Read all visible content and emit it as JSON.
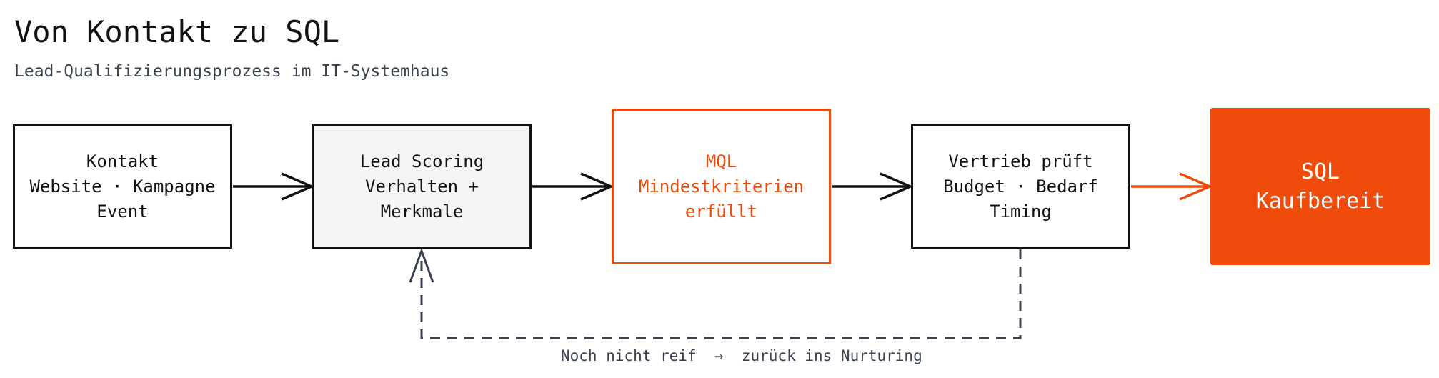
{
  "title": "Von Kontakt zu SQL",
  "subtitle": "Lead-Qualifizierungsprozess im IT-Systemhaus",
  "colors": {
    "accent": "#ea4c0c",
    "text": "#111111",
    "muted": "#3a4252",
    "scoring_fill": "#f4f4f4"
  },
  "nodes": [
    {
      "id": "kontakt",
      "lines": [
        "Kontakt",
        "Website · Kampagne",
        "Event"
      ]
    },
    {
      "id": "lead-scoring",
      "lines": [
        "Lead Scoring",
        "Verhalten +",
        "Merkmale"
      ]
    },
    {
      "id": "mql",
      "lines": [
        "MQL",
        "Mindestkriterien",
        "erfüllt"
      ]
    },
    {
      "id": "vertrieb",
      "lines": [
        "Vertrieb prüft",
        "Budget · Bedarf",
        "Timing"
      ]
    },
    {
      "id": "sql",
      "lines": [
        "SQL",
        "Kaufbereit"
      ]
    }
  ],
  "loop_label": "Noch nicht reif  →  zurück ins Nurturing"
}
